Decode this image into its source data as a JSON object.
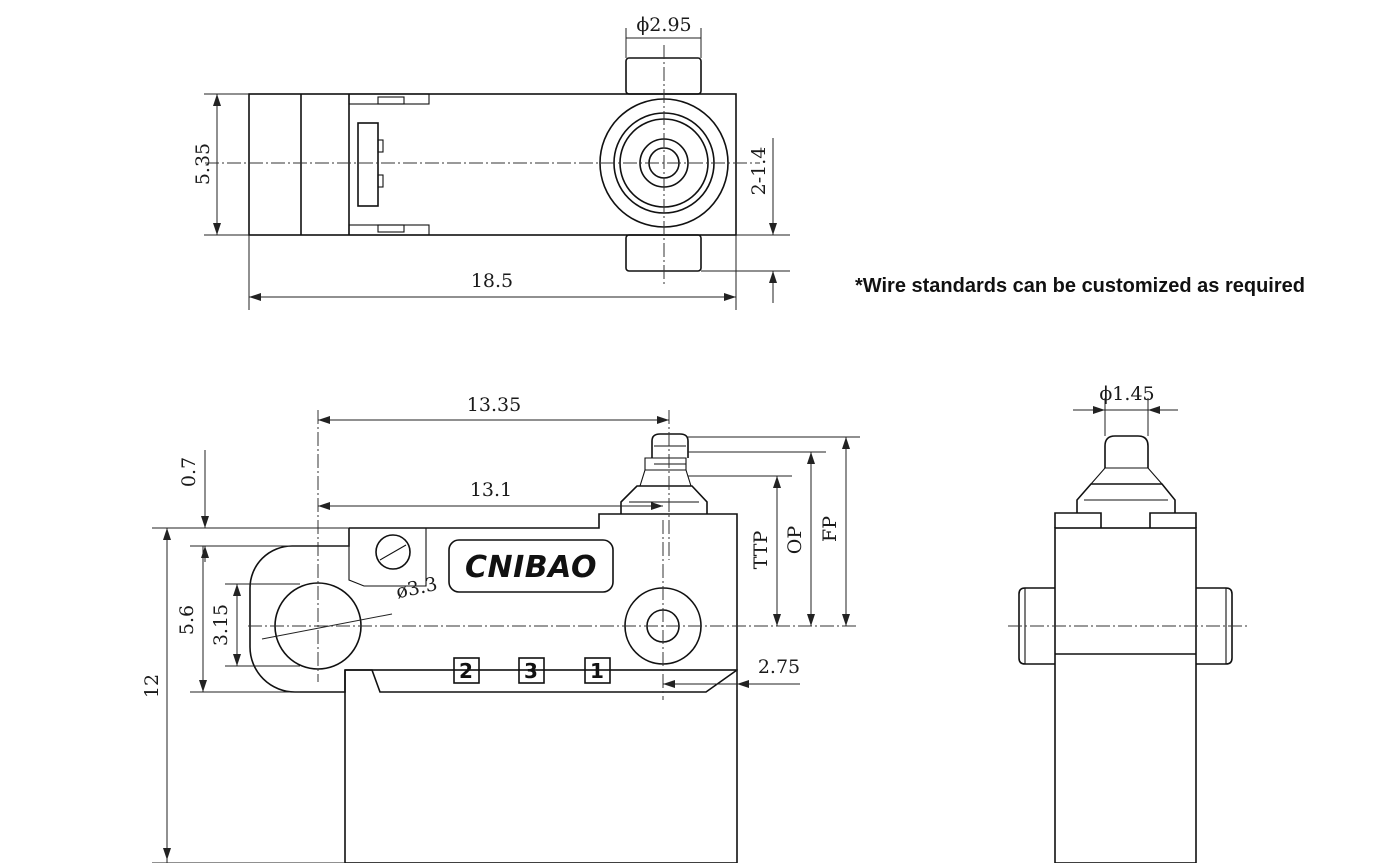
{
  "note": "*Wire standards can be customized as required",
  "logo_text": "CNIBAO",
  "terminals": [
    "2",
    "3",
    "1"
  ],
  "dimensions": {
    "top_plunger_dia": "ϕ2.95",
    "top_height": "5.35",
    "top_length": "18.5",
    "top_hole_offset": "2-1.4",
    "front_width_a": "13.35",
    "front_width_b": "13.1",
    "front_top_offset": "0.7",
    "front_height_a": "5.6",
    "front_height_b": "3.15",
    "front_height_total": "12",
    "front_hole_dia": "ø3.3",
    "front_hole_offset": "2.75",
    "label_ttp": "TTP",
    "label_op": "OP",
    "label_fp": "FP",
    "side_plunger_dia": "ϕ1.45"
  }
}
